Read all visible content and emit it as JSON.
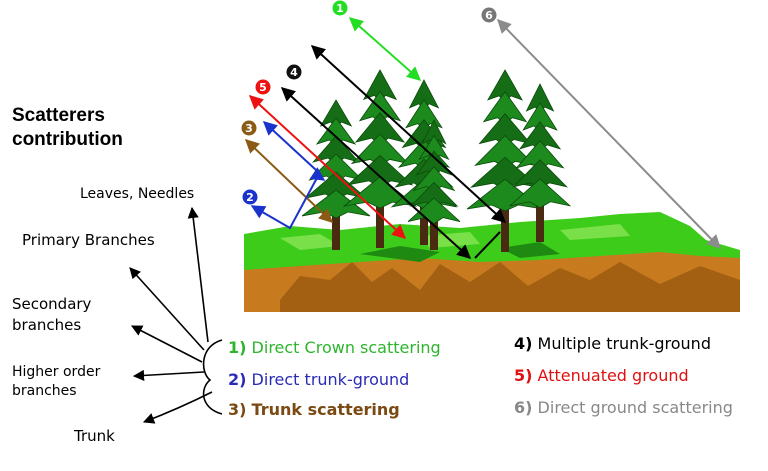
{
  "title": "Scatterers contribution",
  "parts": {
    "leaves": "Leaves, Needles",
    "primary": "Primary Branches",
    "secondary_1": "Secondary",
    "secondary_2": "branches",
    "higher_1": "Higher order",
    "higher_2": "branches",
    "trunk": "Trunk"
  },
  "legend": [
    {
      "num": "1)",
      "text": "Direct Crown scattering",
      "color": "#2db52d"
    },
    {
      "num": "2)",
      "text": "Direct trunk-ground",
      "color": "#2b2bb8"
    },
    {
      "num": "3)",
      "text": "Trunk scattering",
      "color": "#7a4a12"
    },
    {
      "num": "4)",
      "text": "Multiple trunk-ground",
      "color": "#000000"
    },
    {
      "num": "5)",
      "text": "Attenuated ground",
      "color": "#e01010"
    },
    {
      "num": "6)",
      "text": "Direct ground scattering",
      "color": "#888888"
    }
  ],
  "badges": [
    "1",
    "2",
    "3",
    "4",
    "5",
    "6"
  ],
  "colors": {
    "crown": "#1d8a1d",
    "crown_ray": "#22dd22",
    "trunk_ground_ray": "#1a33cc",
    "trunk_ray": "#8b5a14",
    "multiple_ray": "#000000",
    "attenuated_ray": "#ee1111",
    "ground_ray": "#8c8c8c",
    "grass": "#3dcc1a",
    "soil": "#c87a1e"
  }
}
